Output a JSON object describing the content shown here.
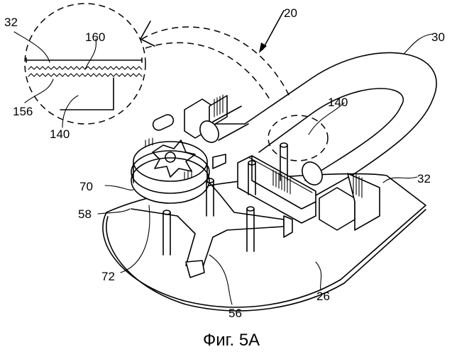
{
  "figure": {
    "caption": "Фиг. 5A",
    "reference_numerals": {
      "device": "20",
      "strap": "30",
      "rack_inset": "32",
      "rack_right": "32",
      "teeth_inset": "160",
      "teeth_pawl": "156",
      "pawl_inset": "140",
      "pawl_main": "140",
      "rotor": "70",
      "arm": "58",
      "hub": "72",
      "spider": "56",
      "base": "26"
    }
  }
}
